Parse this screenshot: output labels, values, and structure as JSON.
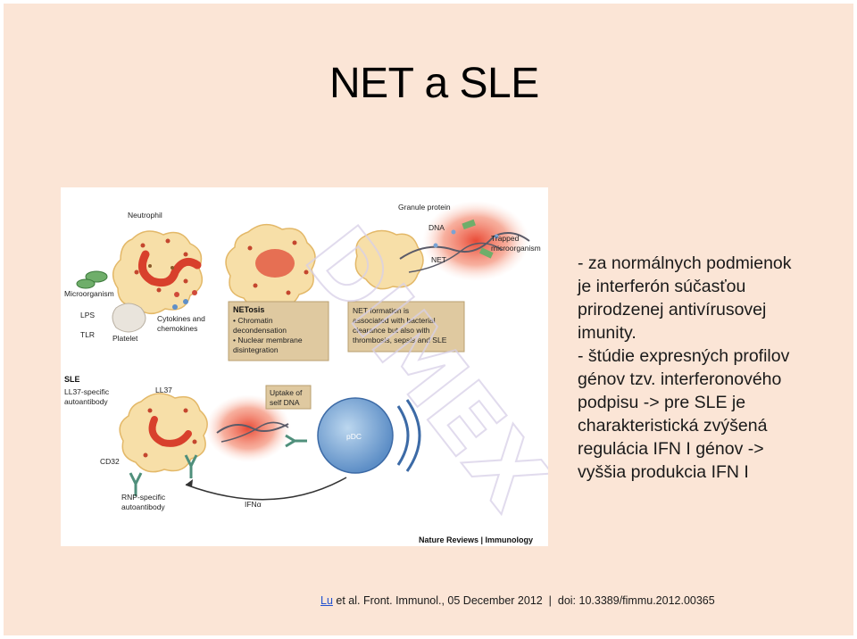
{
  "slide": {
    "title": "NET a SLE",
    "body_lines": [
      "- za normálnych podmienok",
      "je interferón súčasťou",
      "prirodzenej  antivírusovej",
      "imunity.",
      "- štúdie expresných profilov",
      "génov  tzv. interferonového",
      "podpisu -> pre  SLE je",
      "charakteristická zvýšená",
      "regulácia IFN I génov ->",
      "vyššia produkcia IFN I"
    ],
    "citation": {
      "link": "Lu",
      "rest": " et al. Front. Immunol., 05 December 2012  |  doi: 10.3389/fimmu.2012.00365"
    }
  },
  "figure": {
    "labels": {
      "neutrophil": "Neutrophil",
      "microorganism": "Microorganism",
      "lps": "LPS",
      "tlr": "TLR",
      "platelet": "Platelet",
      "cytokines_1": "Cytokines and",
      "cytokines_2": "chemokines",
      "granule_protein": "Granule protein",
      "dna": "DNA",
      "net": "NET",
      "trapped_1": "Trapped",
      "trapped_2": "microorganism",
      "sle": "SLE",
      "ll37_ab_1": "LL37-specific",
      "ll37_ab_2": "autoantibody",
      "ll37": "LL37",
      "cd32": "CD32",
      "rnp_1": "RNP-specific",
      "rnp_2": "autoantibody",
      "uptake_1": "Uptake of",
      "uptake_2": "self DNA",
      "pdc": "pDC",
      "ifna": "IFNα",
      "source": "Nature Reviews | Immunology"
    },
    "netosis_box": {
      "title": "NETosis",
      "lines": [
        "• Chromatin",
        "  decondensation",
        "• Nuclear membrane",
        "  disintegration"
      ]
    },
    "net_box": {
      "lines": [
        "NET formation is",
        "associated with bacterial",
        "clearance but also with",
        "thrombosis, sepsis and SLE"
      ]
    },
    "watermark": "DIMEX"
  }
}
